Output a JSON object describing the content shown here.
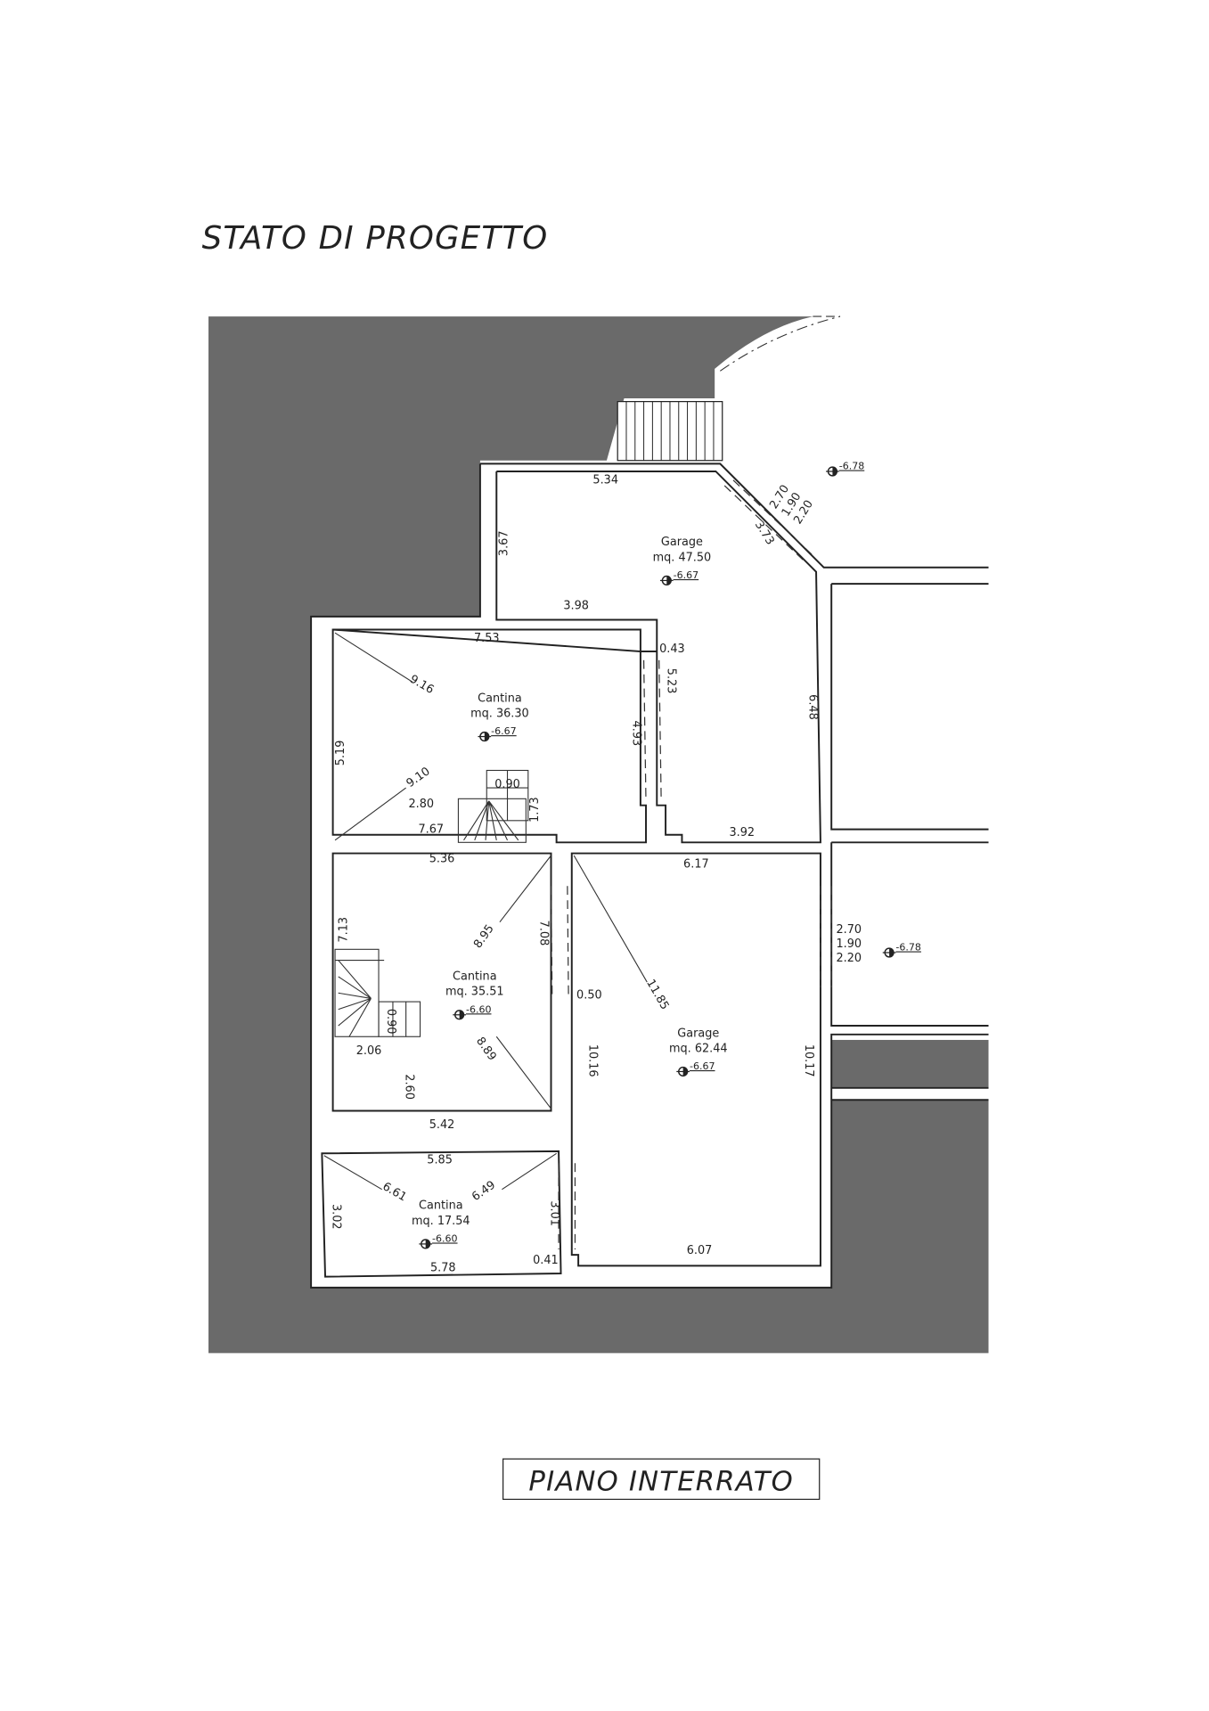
{
  "header": {
    "title": "STATO DI PROGETTO"
  },
  "footer": {
    "label": "PIANO INTERRATO"
  },
  "rooms": [
    {
      "name": "Garage",
      "area": "mq. 47.50",
      "elevation": "-6.67"
    },
    {
      "name": "Cantina",
      "area": "mq. 36.30",
      "elevation": "-6.67"
    },
    {
      "name": "Cantina",
      "area": "mq. 35.51",
      "elevation": "-6.60"
    },
    {
      "name": "Garage",
      "area": "mq. 62.44",
      "elevation": "-6.67"
    },
    {
      "name": "Cantina",
      "area": "mq. 17.54",
      "elevation": "-6.60"
    }
  ],
  "exterior_elevations": [
    "-6.78",
    "-6.78"
  ],
  "dims": [
    "5.34",
    "3.67",
    "2.70",
    "1.90",
    "2.20",
    "3.73",
    "3.98",
    "7.53",
    "0.43",
    "5.23",
    "9.16",
    "4.93",
    "6.48",
    "5.19",
    "9.10",
    "0.90",
    "1.73",
    "2.80",
    "7.67",
    "3.92",
    "5.36",
    "6.17",
    "7.13",
    "8.95",
    "7.08",
    "11.85",
    "0.50",
    "2.70",
    "1.90",
    "2.20",
    "0.90",
    "10.16",
    "10.17",
    "2.06",
    "2.60",
    "8.89",
    "5.42",
    "5.85",
    "6.61",
    "6.49",
    "3.02",
    "3.01",
    "0.41",
    "5.78",
    "6.07"
  ],
  "colors": {
    "fill_dark": "#6a6a6a",
    "line": "#222222"
  }
}
